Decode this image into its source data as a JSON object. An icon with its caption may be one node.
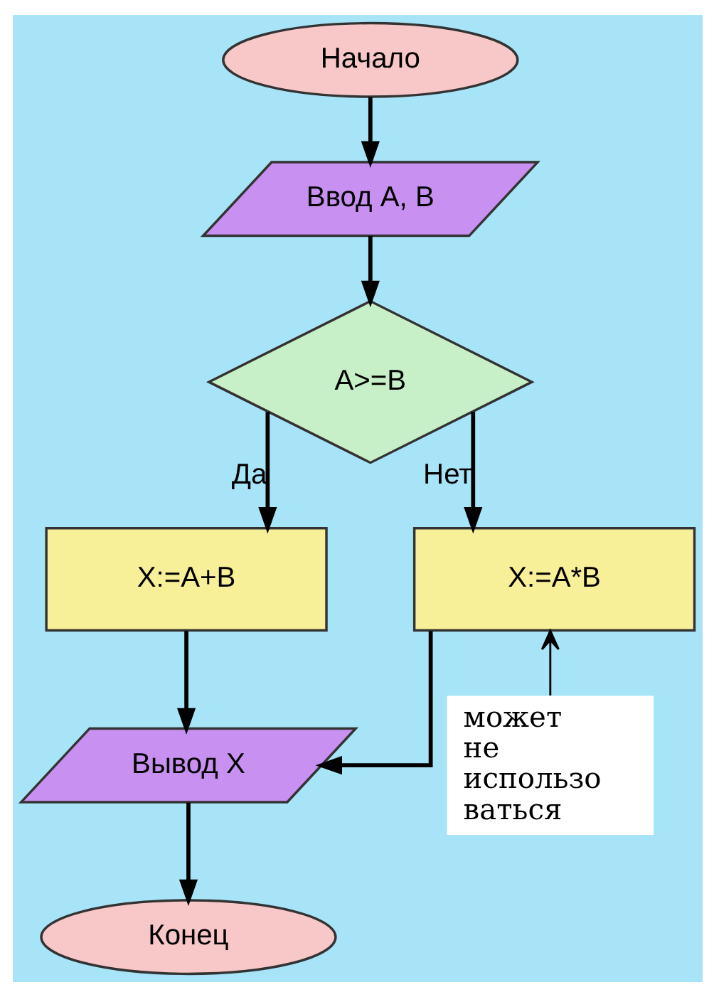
{
  "diagram": {
    "nodes": [
      {
        "text": [
          "Начало"
        ]
      },
      {
        "text": [
          "Ввод А, В"
        ]
      },
      {
        "text": [
          "A>=B"
        ]
      },
      {
        "text": [
          "X:=A+B"
        ]
      },
      {
        "text": [
          "X:=A*B"
        ]
      },
      {
        "text": [
          "Вывод X"
        ]
      },
      {
        "text": [
          "Конец"
        ]
      },
      {
        "text": [
          "может не использо ваться"
        ]
      }
    ],
    "edges": [
      {
        "from": 0,
        "to": 1,
        "arrow": "to"
      },
      {
        "from": 1,
        "to": 2,
        "arrow": "to"
      },
      {
        "from": 2,
        "to": 3,
        "label": "Да",
        "arrow": "to"
      },
      {
        "from": 2,
        "to": 4,
        "label": "Нет",
        "arrow": "to"
      },
      {
        "from": 3,
        "to": 5,
        "arrow": "to"
      },
      {
        "from": 4,
        "to": 5,
        "arrow": "to"
      },
      {
        "from": 5,
        "to": 6,
        "arrow": "to"
      },
      {
        "from": 7,
        "to": 4,
        "arrow": "to"
      }
    ]
  }
}
